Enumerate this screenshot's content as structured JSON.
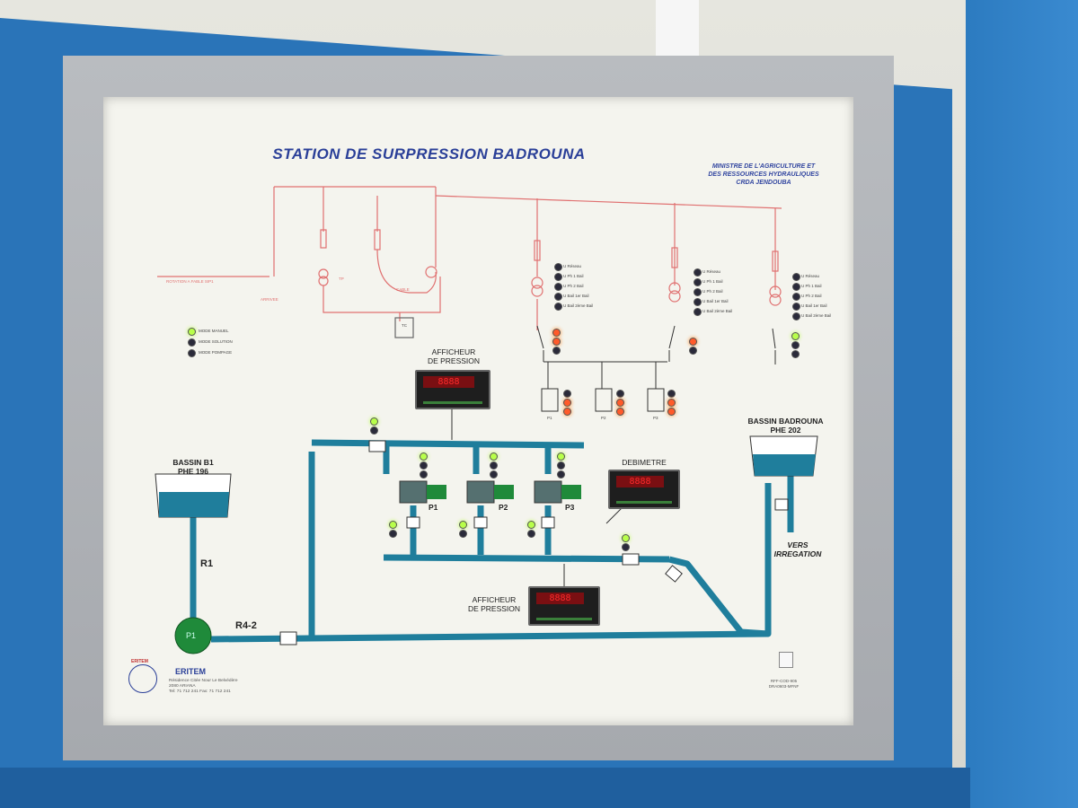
{
  "panel": {
    "title": "STATION DE SURPRESSION BADROUNA",
    "ministry": [
      "MINISTRE DE L'AGRICULTURE ET",
      "DES RESSOURCES HYDRAULIQUES",
      "CRDA JENDOUBA"
    ]
  },
  "electrical": {
    "labels": {
      "supply": "ROTATION A FABLE SIP1",
      "arrivee": "ARRIVEE",
      "tp": "TP",
      "cable": "CABLE",
      "tc": "TC"
    },
    "mode_legend": [
      "MODE MANUEL",
      "MODE SOLUTION",
      "MODE POMPAGE"
    ],
    "feeder_legend": [
      "U Réseau",
      "U Ph 1 Bail",
      "U Ph 2 Bail",
      "U Bail 1er Bail",
      "U Bail 2ème Bail"
    ],
    "pump_boxes": [
      "P1",
      "P2",
      "P3"
    ]
  },
  "hydraulic": {
    "afficheur_top": [
      "AFFICHEUR",
      "DE PRESSION"
    ],
    "afficheur_bottom": [
      "AFFICHEUR",
      "DE PRESSION"
    ],
    "debimetre": "DEBIMETRE",
    "bassin_b1": [
      "BASSIN B1",
      "PHE 196"
    ],
    "bassin_badrouna": [
      "BASSIN BADROUNA",
      "PHE 202"
    ],
    "vers": [
      "VERS",
      "IRREGATION"
    ],
    "r1": "R1",
    "r42": "R4-2",
    "p1_pump": "P1",
    "pumps": [
      "P1",
      "P2",
      "P3"
    ],
    "display_reading": "8888"
  },
  "footer": {
    "eritem_logo": "ERITEM",
    "company": "ERITEM",
    "address": [
      "Résidence Citée Nour Le Belvédère",
      "2080 ARIANA",
      "Tel: 71 712 241    Fax: 71 712 241"
    ],
    "ref": [
      "RFF-COD-905",
      "DRA0603-MFNF"
    ]
  },
  "colors": {
    "pipe": "#1f7e9c",
    "electric": "#e07070",
    "title": "#2a3f98",
    "cabinet": "#2a74b8",
    "pump_green": "#1f8a3a",
    "led_green": "#b8ff4a",
    "led_red": "#ff5a2a"
  }
}
